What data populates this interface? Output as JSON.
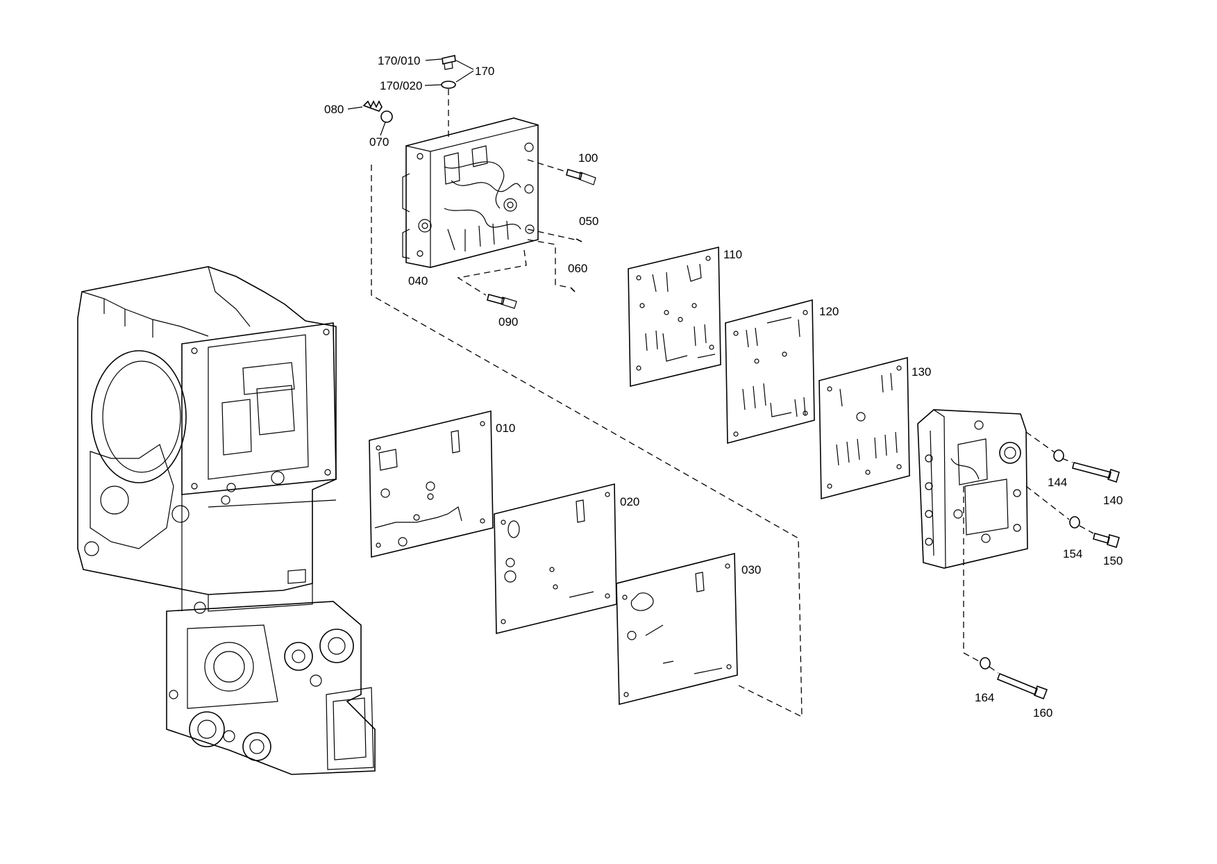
{
  "diagram": {
    "callouts": {
      "c170_010": "170/010",
      "c170": "170",
      "c170_020": "170/020",
      "c080": "080",
      "c070": "070",
      "c100": "100",
      "c050": "050",
      "c040": "040",
      "c060": "060",
      "c090": "090",
      "c110": "110",
      "c120": "120",
      "c130": "130",
      "c010": "010",
      "c020": "020",
      "c030": "030",
      "c144": "144",
      "c140": "140",
      "c154": "154",
      "c150": "150",
      "c164": "164",
      "c160": "160"
    }
  }
}
